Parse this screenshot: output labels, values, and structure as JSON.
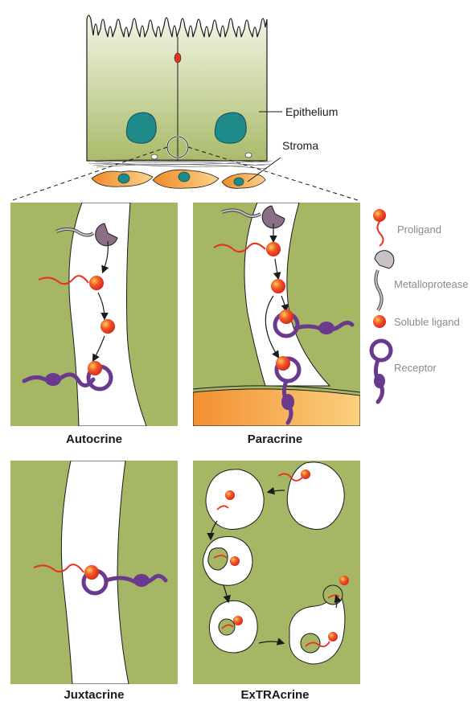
{
  "tissue_labels": {
    "epithelium": "Epithelium",
    "stroma": "Stroma"
  },
  "legend": {
    "proligand": "Proligand",
    "metalloprotease": "Metalloprotease",
    "soluble_ligand": "Soluble ligand",
    "receptor": "Receptor"
  },
  "panels": {
    "autocrine": "Autocrine",
    "paracrine": "Paracrine",
    "juxtacrine": "Juxtacrine",
    "extracrine": "ExTRAcrine"
  },
  "colors": {
    "cell_green": "#a5b764",
    "ligand_red": "#e8321e",
    "receptor_purple": "#6a3a8e",
    "protease_mauve": "#8a6f86",
    "nucleus_teal": "#1f8a8a",
    "stroma_orange": "#f39a3a"
  }
}
